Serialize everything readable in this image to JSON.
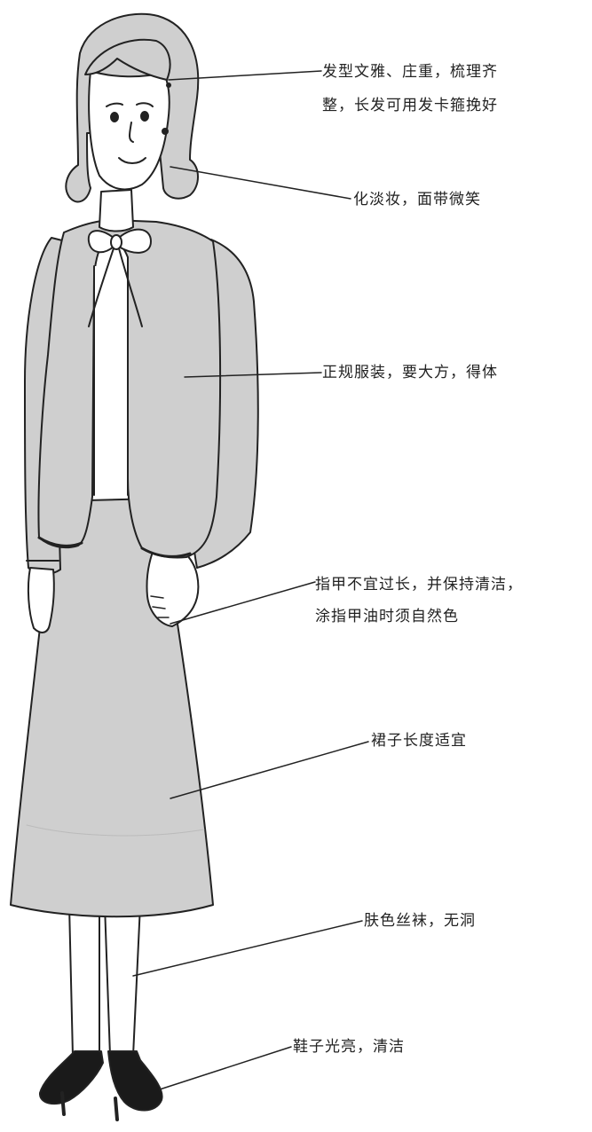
{
  "annotations": {
    "hair_line1": "发型文雅、庄重，梳理齐",
    "hair_line2": "整，长发可用发卡箍挽好",
    "makeup": "化淡妆，面带微笑",
    "suit": "正规服装，要大方，得体",
    "nails_line1": "指甲不宜过长，并保持清洁，",
    "nails_line2": "涂指甲油时须自然色",
    "skirt": "裙子长度适宜",
    "stockings": "肤色丝袜，无洞",
    "shoes": "鞋子光亮，清洁"
  },
  "colors": {
    "ink": "#222222",
    "fill": "#cfcfcf",
    "skin": "#ffffff",
    "shoe": "#1a1a1a",
    "background": "#ffffff"
  }
}
